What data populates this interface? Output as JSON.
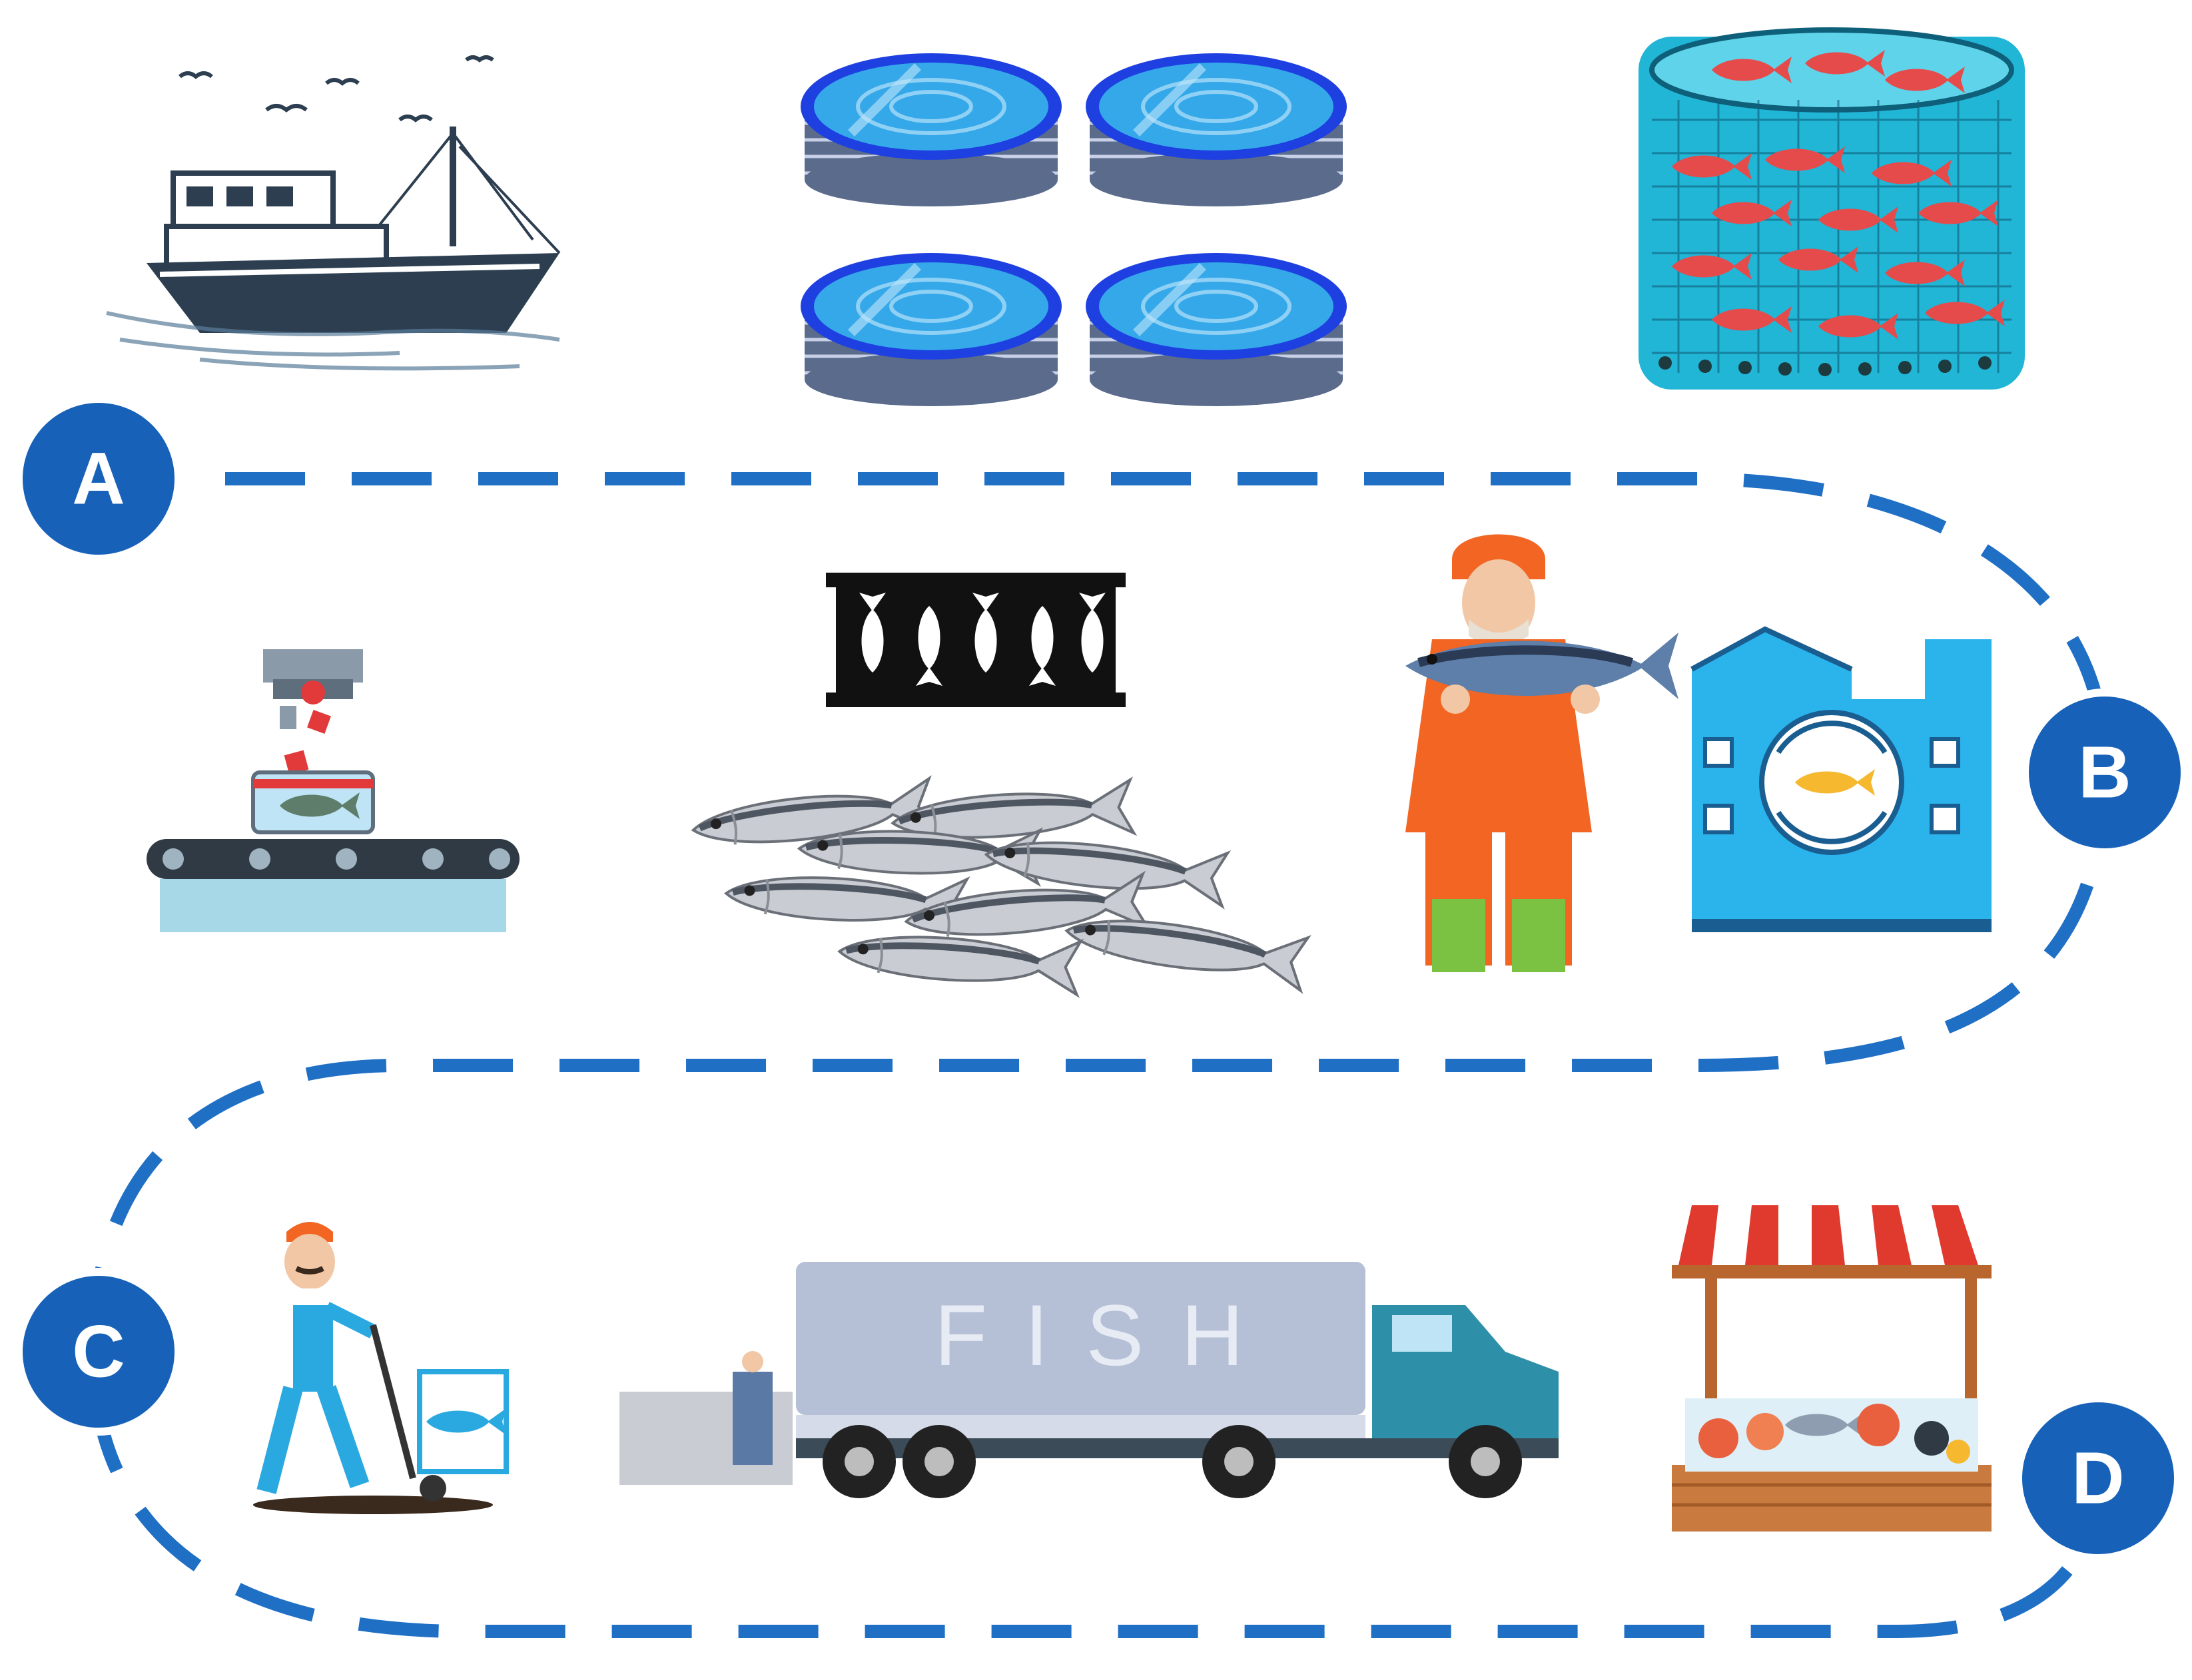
{
  "stages": [
    {
      "id": "A",
      "label": "A"
    },
    {
      "id": "B",
      "label": "B"
    },
    {
      "id": "C",
      "label": "C"
    },
    {
      "id": "D",
      "label": "D"
    }
  ],
  "truck": {
    "cargo_label": "F I S H"
  },
  "colors": {
    "path": "#1f6fc5",
    "marker_fill": "#1762b8",
    "marker_ring": "#ffffff",
    "marker_text": "#ffffff",
    "water": "#2aa8e0",
    "tank_rim": "#1e40e0",
    "fish_red": "#e64b4b",
    "boat": "#2c3e50",
    "worker_orange": "#f26522",
    "factory": "#2bb3ec",
    "truck_cab": "#2e8fa8",
    "awning_red": "#e03a2f"
  },
  "icons": [
    "fishing-boat-icon",
    "round-tanks-icon",
    "sea-cage-icon",
    "canning-conveyor-icon",
    "fish-sign-icon",
    "sardines-icon",
    "fisherman-icon",
    "processing-factory-icon",
    "delivery-worker-icon",
    "fish-truck-icon",
    "seafood-market-icon"
  ]
}
